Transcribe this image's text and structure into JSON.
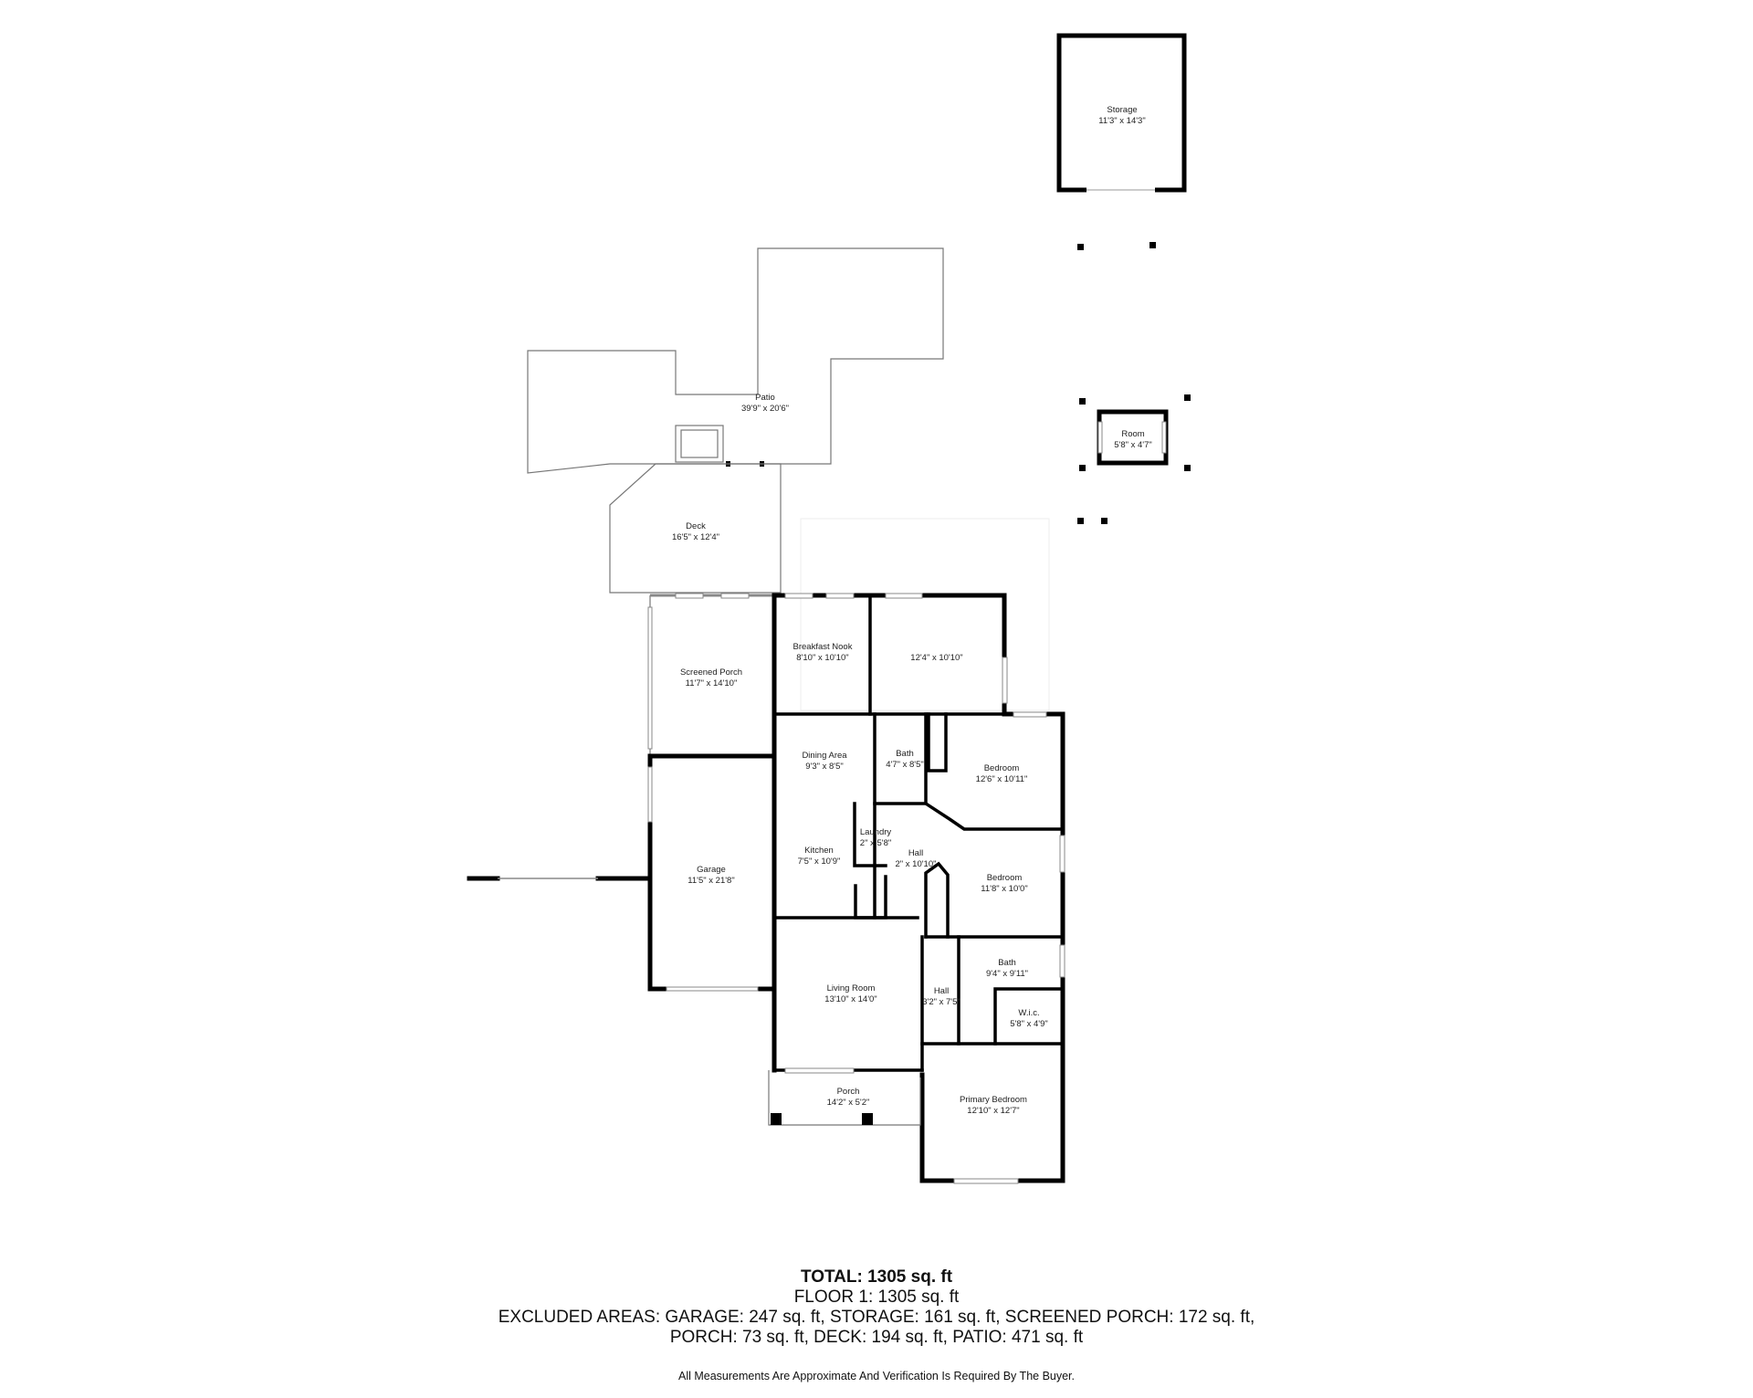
{
  "rooms": [
    {
      "id": "storage",
      "name": "Storage",
      "dims": "11'3\" x 14'3\""
    },
    {
      "id": "patio",
      "name": "Patio",
      "dims": "39'9\" x 20'6\""
    },
    {
      "id": "room",
      "name": "Room",
      "dims": "5'8\" x 4'7\""
    },
    {
      "id": "deck",
      "name": "Deck",
      "dims": "16'5\" x 12'4\""
    },
    {
      "id": "screened-porch",
      "name": "Screened Porch",
      "dims": "11'7\" x 14'10\""
    },
    {
      "id": "breakfast-nook",
      "name": "Breakfast Nook",
      "dims": "8'10\" x 10'10\""
    },
    {
      "id": "unnamed-room",
      "name": "",
      "dims": "12'4\" x 10'10\""
    },
    {
      "id": "dining-area",
      "name": "Dining Area",
      "dims": "9'3\" x 8'5\""
    },
    {
      "id": "bath-1",
      "name": "Bath",
      "dims": "4'7\" x 8'5\""
    },
    {
      "id": "bedroom-1",
      "name": "Bedroom",
      "dims": "12'6\" x 10'11\""
    },
    {
      "id": "laundry",
      "name": "Laundry",
      "dims": "2\" x 5'8\""
    },
    {
      "id": "kitchen",
      "name": "Kitchen",
      "dims": "7'5\" x 10'9\""
    },
    {
      "id": "hall-1",
      "name": "Hall",
      "dims": "2\" x 10'10\""
    },
    {
      "id": "bedroom-2",
      "name": "Bedroom",
      "dims": "11'8\" x 10'0\""
    },
    {
      "id": "garage",
      "name": "Garage",
      "dims": "11'5\" x 21'8\""
    },
    {
      "id": "bath-2",
      "name": "Bath",
      "dims": "9'4\" x 9'11\""
    },
    {
      "id": "living-room",
      "name": "Living Room",
      "dims": "13'10\" x 14'0\""
    },
    {
      "id": "hall-2",
      "name": "Hall",
      "dims": "3'2\" x 7'5\""
    },
    {
      "id": "wic",
      "name": "W.i.c.",
      "dims": "5'8\" x 4'9\""
    },
    {
      "id": "porch",
      "name": "Porch",
      "dims": "14'2\" x 5'2\""
    },
    {
      "id": "primary-bedroom",
      "name": "Primary Bedroom",
      "dims": "12'10\" x 12'7\""
    }
  ],
  "summary": {
    "total": "TOTAL: 1305 sq. ft",
    "floor": "FLOOR 1: 1305 sq. ft",
    "excluded_line1": "EXCLUDED AREAS: GARAGE: 247 sq. ft, STORAGE: 161 sq. ft, SCREENED PORCH: 172 sq. ft,",
    "excluded_line2": "PORCH: 73 sq. ft, DECK: 194 sq. ft, PATIO: 471 sq. ft",
    "disclaimer": "All Measurements Are Approximate And Verification Is Required By The Buyer."
  }
}
